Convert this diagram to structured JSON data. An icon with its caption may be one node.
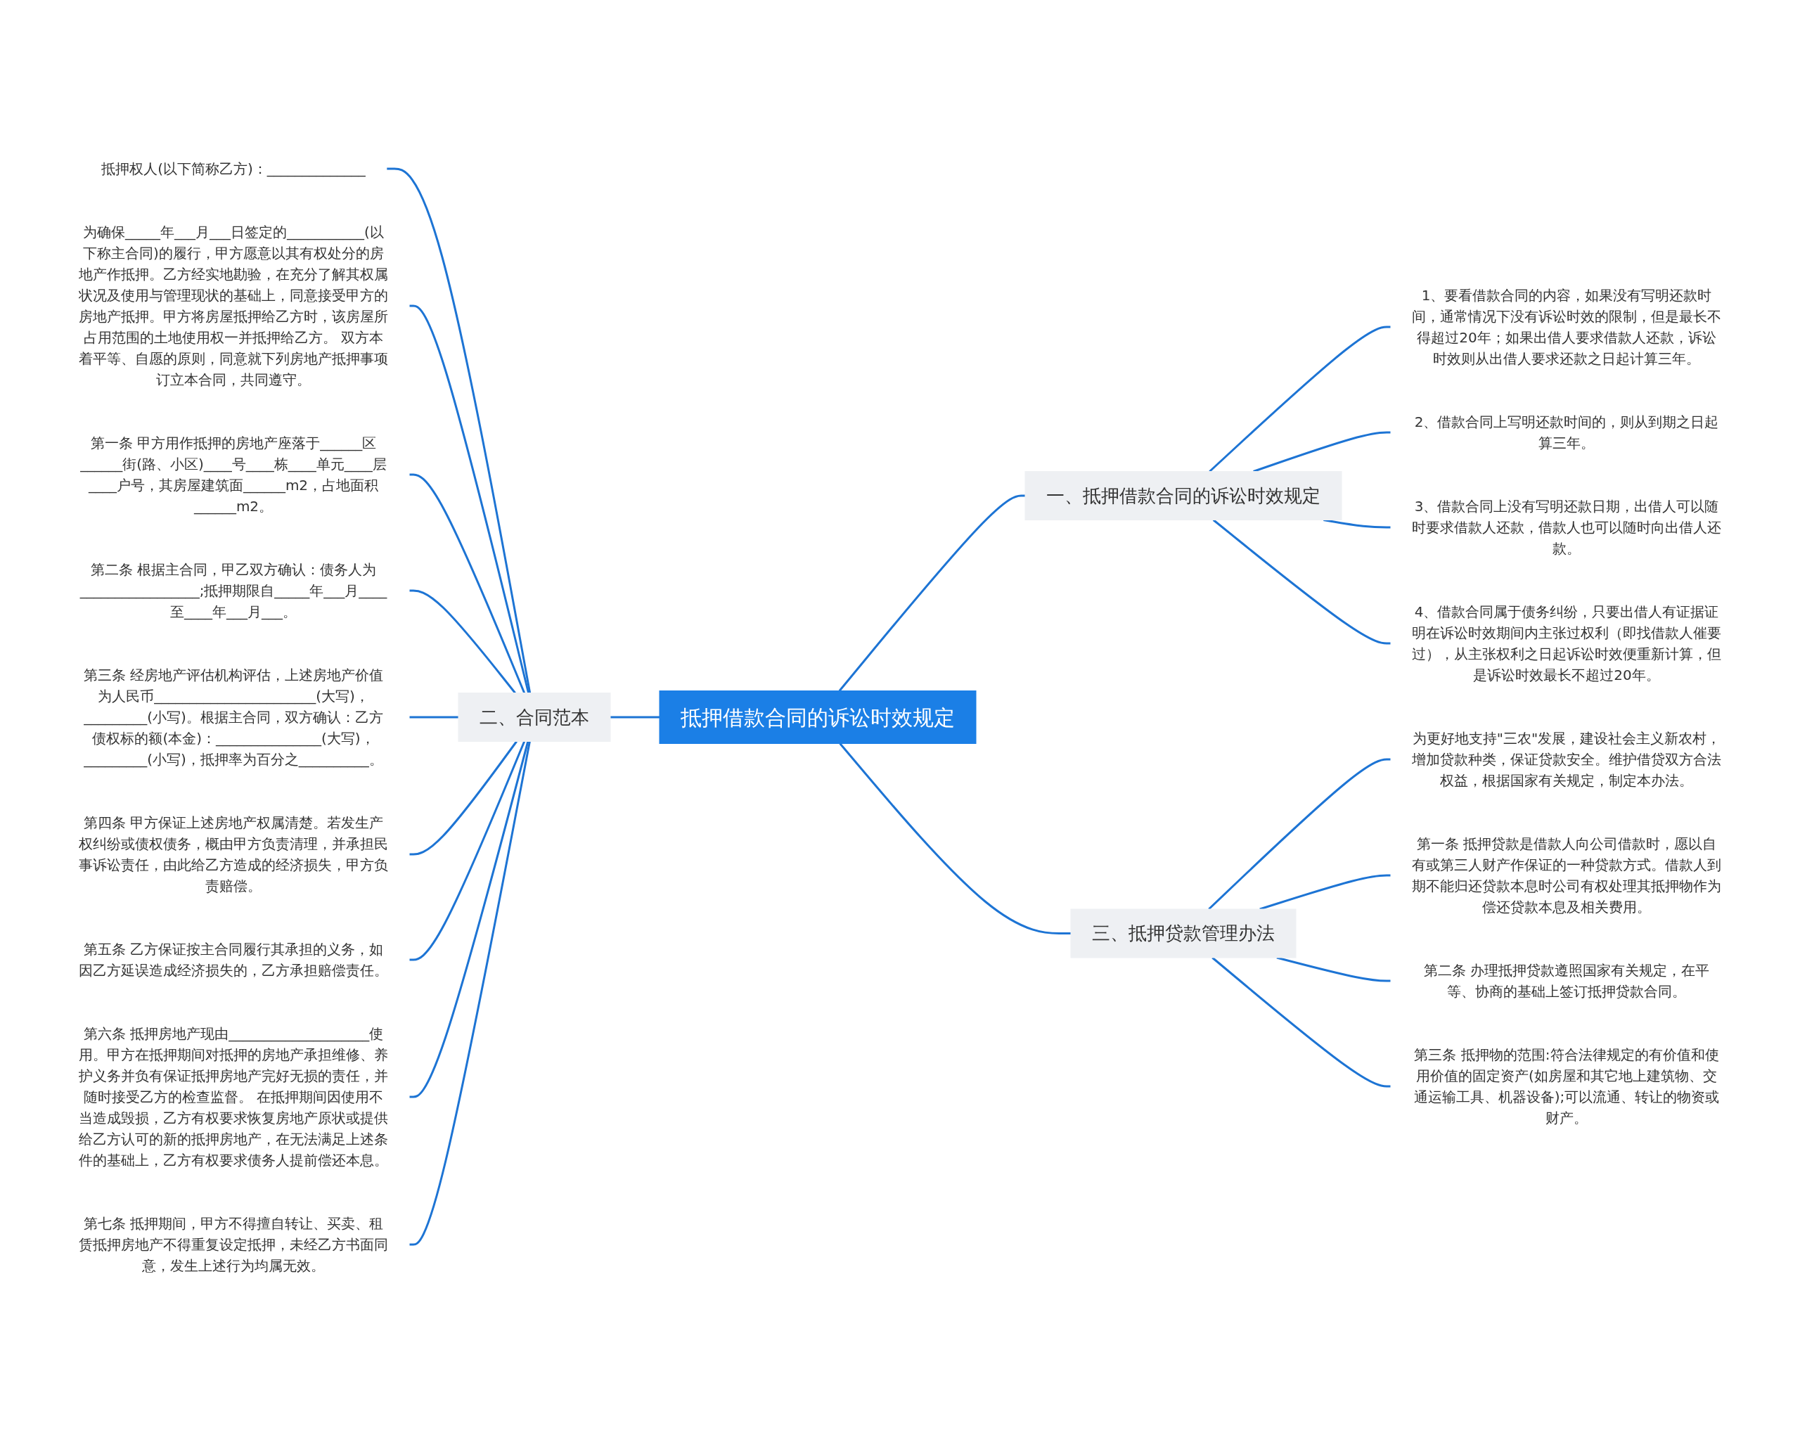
{
  "diagram": {
    "nodes": [
      {
        "text": [
          "抵押借款合同的诉讼时效规定"
        ]
      },
      {
        "text": [
          "一、抵押借款合同的诉讼时效规定"
        ]
      },
      {
        "text": [
          "1、要看借款合同的内容，如果没有写明还款时间，通常情况下没有诉讼时效的限制，但是最长不得超过20年；如果出借人要求借款人还款，诉讼时效则从出借人要求还款之日起计算三年。"
        ]
      },
      {
        "text": [
          "2、借款合同上写明还款时间的，则从到期之日起算三年。"
        ]
      },
      {
        "text": [
          "3、借款合同上没有写明还款日期，出借人可以随时要求借款人还款，借款人也可以随时向出借人还款。"
        ]
      },
      {
        "text": [
          "4、借款合同属于债务纠纷，只要出借人有证据证明在诉讼时效期间内主张过权利（即找借款人催要过），从主张权利之日起诉讼时效便重新计算，但是诉讼时效最长不超过20年。"
        ]
      },
      {
        "text": [
          "三、抵押贷款管理办法"
        ]
      },
      {
        "text": [
          "为更好地支持\"三农\"发展，建设社会主义新农村，增加贷款种类，保证贷款安全。维护借贷双方合法权益，根据国家有关规定，制定本办法。"
        ]
      },
      {
        "text": [
          "第一条 抵押贷款是借款人向公司借款时，愿以自有或第三人财产作保证的一种贷款方式。借款人到期不能归还贷款本息时公司有权处理其抵押物作为偿还贷款本息及相关费用。"
        ]
      },
      {
        "text": [
          "第二条 办理抵押贷款遵照国家有关规定，在平等、协商的基础上签订抵押贷款合同。"
        ]
      },
      {
        "text": [
          "第三条 抵押物的范围:符合法律规定的有价值和使用价值的固定资产(如房屋和其它地上建筑物、交通运输工具、机器设备);可以流通、转让的物资或财产。"
        ]
      },
      {
        "text": [
          "二、合同范本"
        ]
      },
      {
        "text": [
          "抵押权人(以下简称乙方)：______________"
        ]
      },
      {
        "text": [
          "为确保_____年___月___日签定的___________(以下称主合同)的履行，甲方愿意以其有权处分的房地产作抵押。乙方经实地勘验，在充分了解其权属状况及使用与管理现状的基础上，同意接受甲方的房地产抵押。甲方将房屋抵押给乙方时，该房屋所占用范围的土地使用权一并抵押给乙方。 双方本着平等、自愿的原则，同意就下列房地产抵押事项订立本合同，共同遵守。"
        ]
      },
      {
        "text": [
          "第一条 甲方用作抵押的房地产座落于______区______街(路、小区)____号____栋____单元____层____户号，其房屋建筑面______m2，占地面积______m2。"
        ]
      },
      {
        "text": [
          "第二条 根据主合同，甲乙双方确认：债务人为_________________;抵押期限自_____年___月____至____年___月___。"
        ]
      },
      {
        "text": [
          "第三条 经房地产评估机构评估，上述房地产价值为人民币_______________________(大写)，_________(小写)。根据主合同，双方确认：乙方债权标的额(本金)：_______________(大写)，_________(小写)，抵押率为百分之__________。"
        ]
      },
      {
        "text": [
          "第四条 甲方保证上述房地产权属清楚。若发生产权纠纷或债权债务，概由甲方负责清理，并承担民事诉讼责任，由此给乙方造成的经济损失，甲方负责赔偿。"
        ]
      },
      {
        "text": [
          "第五条 乙方保证按主合同履行其承担的义务，如因乙方延误造成经济损失的，乙方承担赔偿责任。"
        ]
      },
      {
        "text": [
          "第六条 抵押房地产现由____________________使用。甲方在抵押期间对抵押的房地产承担维修、养护义务并负有保证抵押房地产完好无损的责任，并随时接受乙方的检查监督。 在抵押期间因使用不当造成毁损，乙方有权要求恢复房地产原状或提供给乙方认可的新的抵押房地产，在无法满足上述条件的基础上，乙方有权要求债务人提前偿还本息。"
        ]
      },
      {
        "text": [
          "第七条 抵押期间，甲方不得擅自转让、买卖、租赁抵押房地产不得重复设定抵押，未经乙方书面同意，发生上述行为均属无效。"
        ]
      }
    ],
    "edges": [
      {
        "from": 0,
        "to": 1,
        "arrow": "none"
      },
      {
        "from": 1,
        "to": 2,
        "arrow": "none"
      },
      {
        "from": 1,
        "to": 3,
        "arrow": "none"
      },
      {
        "from": 1,
        "to": 4,
        "arrow": "none"
      },
      {
        "from": 1,
        "to": 5,
        "arrow": "none"
      },
      {
        "from": 0,
        "to": 6,
        "arrow": "none"
      },
      {
        "from": 6,
        "to": 7,
        "arrow": "none"
      },
      {
        "from": 6,
        "to": 8,
        "arrow": "none"
      },
      {
        "from": 6,
        "to": 9,
        "arrow": "none"
      },
      {
        "from": 6,
        "to": 10,
        "arrow": "none"
      },
      {
        "from": 0,
        "to": 11,
        "arrow": "none"
      },
      {
        "from": 11,
        "to": 12,
        "arrow": "none"
      },
      {
        "from": 11,
        "to": 13,
        "arrow": "none"
      },
      {
        "from": 11,
        "to": 14,
        "arrow": "none"
      },
      {
        "from": 11,
        "to": 15,
        "arrow": "none"
      },
      {
        "from": 11,
        "to": 16,
        "arrow": "none"
      },
      {
        "from": 11,
        "to": 17,
        "arrow": "none"
      },
      {
        "from": 11,
        "to": 18,
        "arrow": "none"
      },
      {
        "from": 11,
        "to": 19,
        "arrow": "none"
      },
      {
        "from": 11,
        "to": 20,
        "arrow": "none"
      }
    ]
  }
}
